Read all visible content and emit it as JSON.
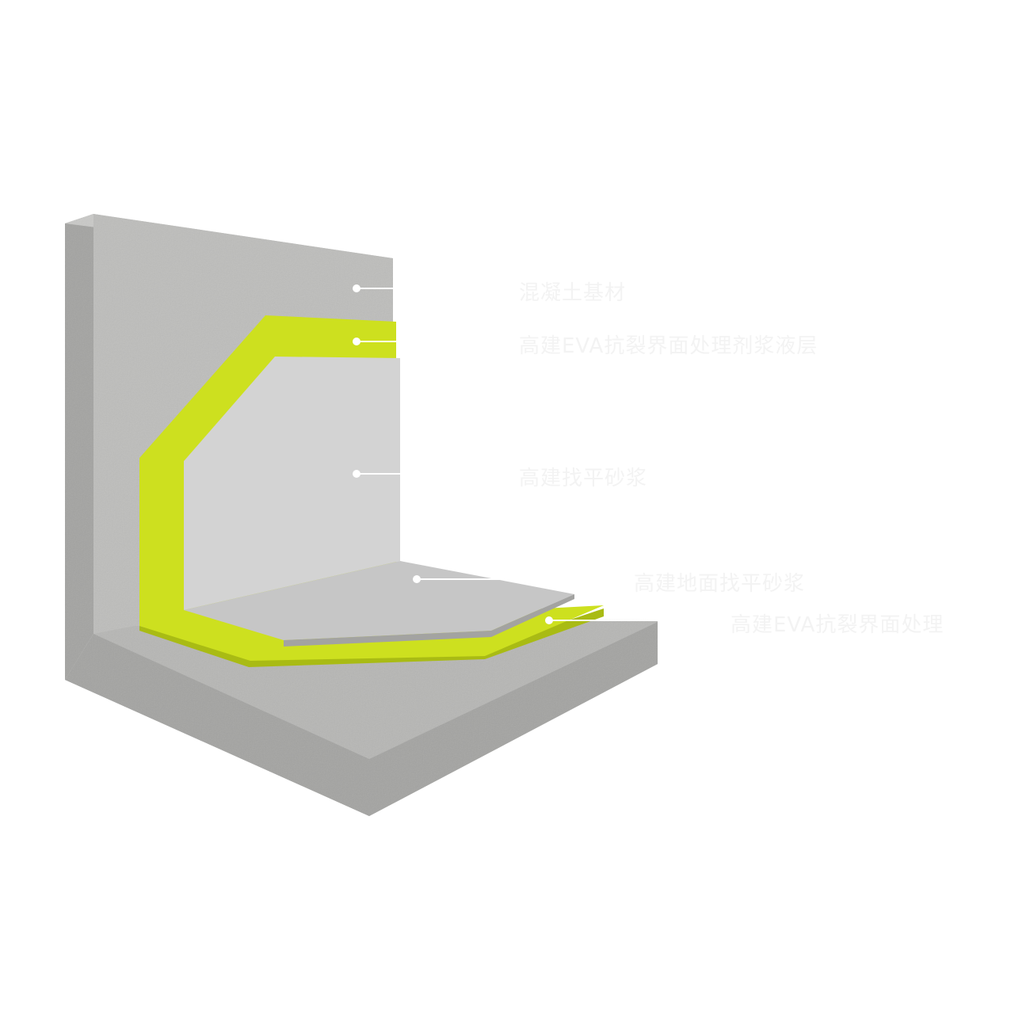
{
  "colors": {
    "background": "#ffffff",
    "concrete_face": "#bdbdbb",
    "concrete_side": "#a3a3a1",
    "concrete_top": "#c9c9c7",
    "concrete_floor": "#b6b6b4",
    "green_layer": "#cde01f",
    "green_edge": "#a9bb14",
    "mortar_layer": "#d3d3d3",
    "mortar_floor": "#c6c6c6",
    "leader_line": "#ffffff",
    "label_text": "#f3f3f3"
  },
  "callouts": [
    {
      "id": "substrate",
      "label": "混凝土基材"
    },
    {
      "id": "primer",
      "label": "高建EVA抗裂界面处理剂浆液层"
    },
    {
      "id": "wall-mortar",
      "label": "高建找平砂浆"
    },
    {
      "id": "floor-mortar",
      "label": "高建地面找平砂浆"
    },
    {
      "id": "floor-primer",
      "label": "高建EVA抗裂界面处理"
    }
  ]
}
